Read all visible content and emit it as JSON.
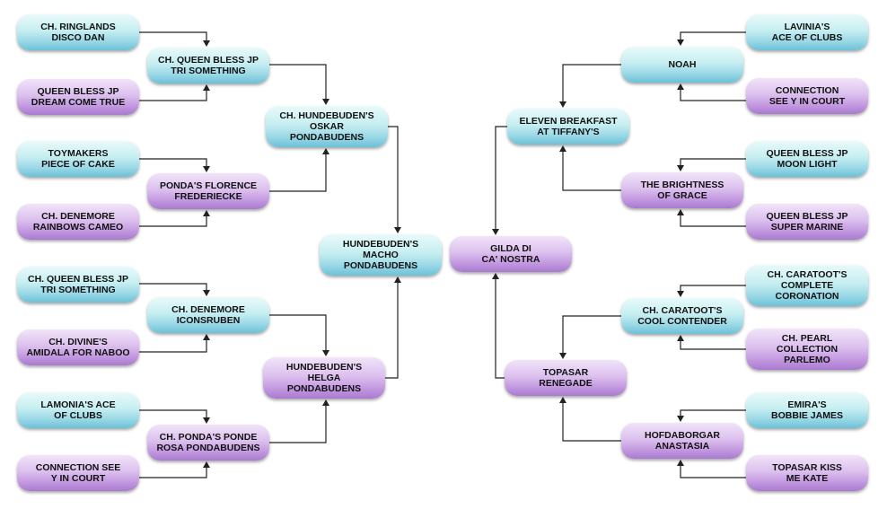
{
  "pedigree": {
    "sire_side": {
      "sire": "HUNDEBUDEN'S\nMACHO\nPONDABUDENS",
      "paternal_grandsire": "CH. HUNDEBUDEN'S\nOSKAR\nPONDABUDENS",
      "paternal_granddam": "HUNDEBUDEN'S\nHELGA\nPONDABUDENS",
      "ggs_1": "CH. QUEEN BLESS JP\nTRI SOMETHING",
      "ggd_1": "PONDA'S FLORENCE\nFREDERIECKE",
      "ggs_2": "CH. DENEMORE\nICONSRUBEN",
      "ggd_2": "CH. PONDA'S PONDE\nROSA PONDABUDENS",
      "gen4": [
        "CH. RINGLANDS\nDISCO DAN",
        "QUEEN BLESS JP\nDREAM COME TRUE",
        "TOYMAKERS\nPIECE OF CAKE",
        "CH. DENEMORE\nRAINBOWS CAMEO",
        "CH. QUEEN BLESS JP\nTRI SOMETHING",
        "CH. DIVINE'S\nAMIDALA FOR NABOO",
        "LAMONIA'S ACE\nOF CLUBS",
        "CONNECTION SEE\nY IN COURT"
      ]
    },
    "dam_side": {
      "dam": "GILDA DI\nCA' NOSTRA",
      "maternal_grandsire": "ELEVEN BREAKFAST\nAT TIFFANY'S",
      "maternal_granddam": "TOPASAR\nRENEGADE",
      "ggs_3": "NOAH",
      "ggd_3": "THE BRIGHTNESS\nOF GRACE",
      "ggs_4": "CH. CARATOOT'S\nCOOL CONTENDER",
      "ggd_4": "HOFDABORGAR\nANASTASIA",
      "gen4": [
        "LAVINIA'S\nACE OF CLUBS",
        "CONNECTION\nSEE Y IN COURT",
        "QUEEN BLESS JP\nMOON LIGHT",
        "QUEEN BLESS JP\nSUPER MARINE",
        "CH. CARATOOT'S\nCOMPLETE\nCORONATION",
        "CH. PEARL\nCOLLECTION\nPARLEMO",
        "EMIRA'S\nBOBBIE JAMES",
        "TOPASAR KISS\nME KATE"
      ]
    }
  },
  "colors": {
    "male": "#9ad8e6",
    "female": "#c399e0",
    "connector": "#222222"
  }
}
